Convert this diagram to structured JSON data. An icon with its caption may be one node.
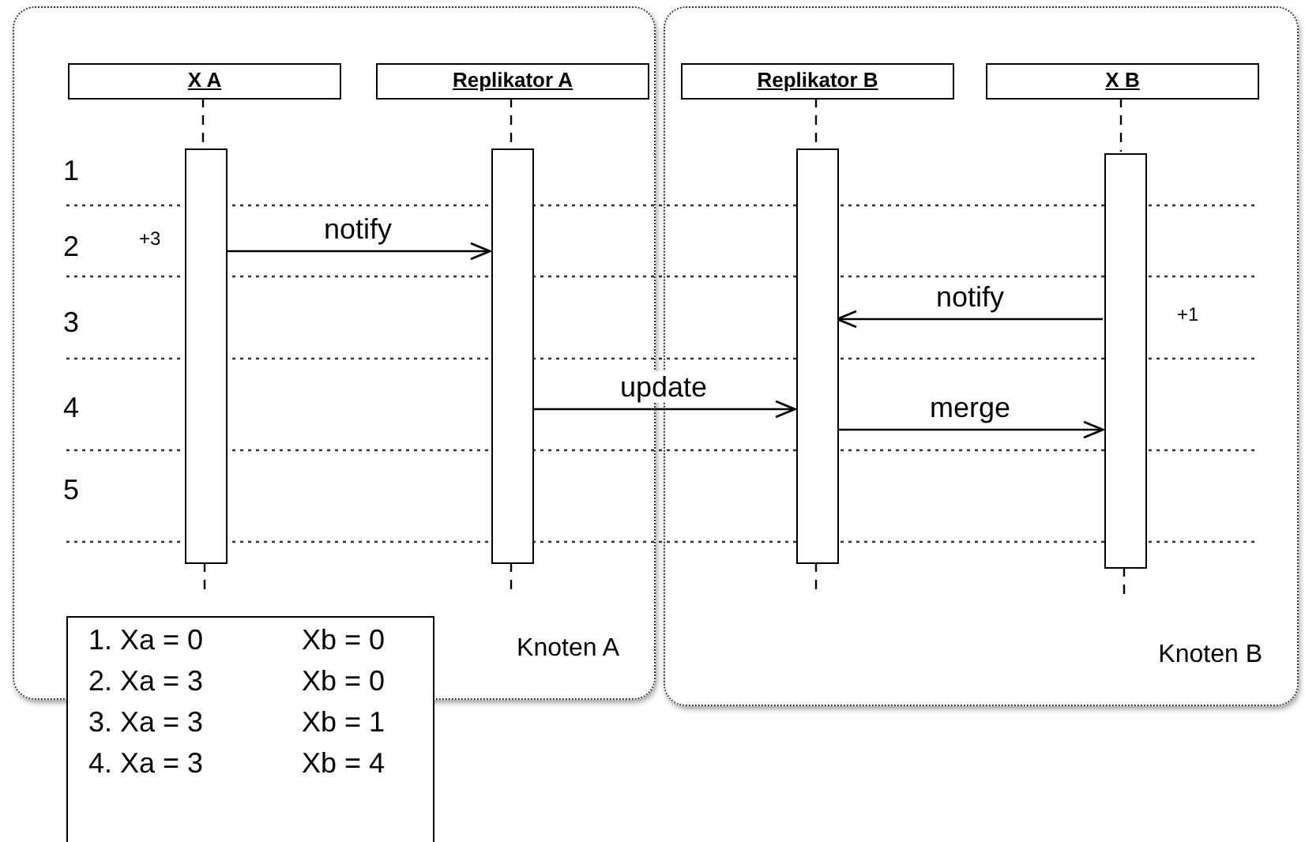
{
  "diagram": {
    "nodes": [
      {
        "text": [
          "Knoten A"
        ]
      },
      {
        "text": [
          "X A"
        ],
        "in": 0
      },
      {
        "text": [
          "Replikator A"
        ],
        "in": 0
      },
      {
        "text": [
          "Knoten B"
        ]
      },
      {
        "text": [
          "Replikator B"
        ],
        "in": 3
      },
      {
        "text": [
          "X B"
        ],
        "in": 3
      },
      {
        "text": [],
        "shape": "bar",
        "in": 0
      },
      {
        "text": [],
        "shape": "bar",
        "in": 0
      },
      {
        "text": [],
        "shape": "bar",
        "in": 3
      },
      {
        "text": [],
        "shape": "bar",
        "in": 3
      },
      {
        "text": [
          "1. Xa = 0",
          "Xb = 0",
          "2. Xa = 3",
          "Xb = 0",
          "3. Xa = 3",
          "Xb = 1",
          "4. Xa = 3",
          "Xb = 4"
        ]
      }
    ],
    "edges": [
      {
        "from": 1,
        "to": 6,
        "arrow": "none",
        "style": "dashed"
      },
      {
        "from": 2,
        "to": 7,
        "arrow": "none",
        "style": "dashed"
      },
      {
        "from": 4,
        "to": 8,
        "arrow": "none",
        "style": "dashed"
      },
      {
        "from": 5,
        "to": 9,
        "arrow": "none",
        "style": "dashed"
      },
      {
        "from": 6,
        "to": 7,
        "arrow": "to",
        "label": "notify"
      },
      {
        "from": 9,
        "to": 8,
        "arrow": "to",
        "label": "notify"
      },
      {
        "from": 7,
        "to": 8,
        "arrow": "to",
        "label": "update"
      },
      {
        "from": 8,
        "to": 9,
        "arrow": "to",
        "label": "merge"
      }
    ],
    "labels": [
      "1",
      "2",
      "+3",
      "3",
      "+1",
      "4",
      "5"
    ]
  }
}
